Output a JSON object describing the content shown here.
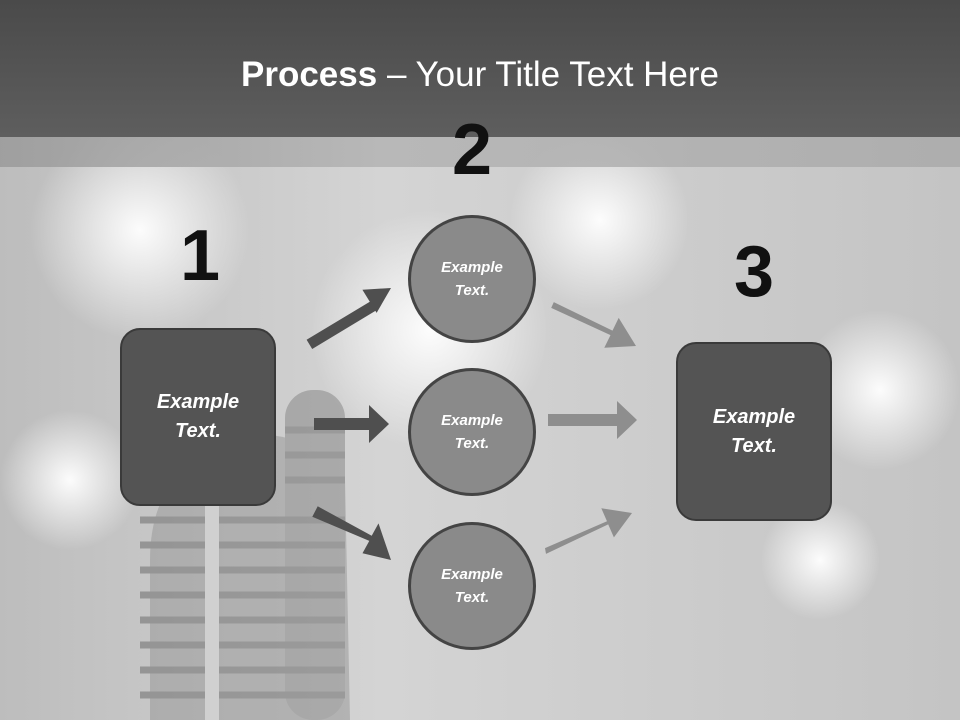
{
  "title": {
    "bold": "Process",
    "rest": " – Your Title Text Here"
  },
  "steps": {
    "one": {
      "number": "1",
      "line1": "Example",
      "line2": "Text."
    },
    "two": {
      "number": "2"
    },
    "three": {
      "number": "3",
      "line1": "Example",
      "line2": "Text."
    }
  },
  "circles": [
    {
      "line1": "Example",
      "line2": "Text."
    },
    {
      "line1": "Example",
      "line2": "Text."
    },
    {
      "line1": "Example",
      "line2": "Text."
    }
  ],
  "colors": {
    "box": "#545454",
    "circle": "#8a8a8a",
    "arrow_dark": "#4f4f4f",
    "arrow_light": "#8e8e8e"
  }
}
